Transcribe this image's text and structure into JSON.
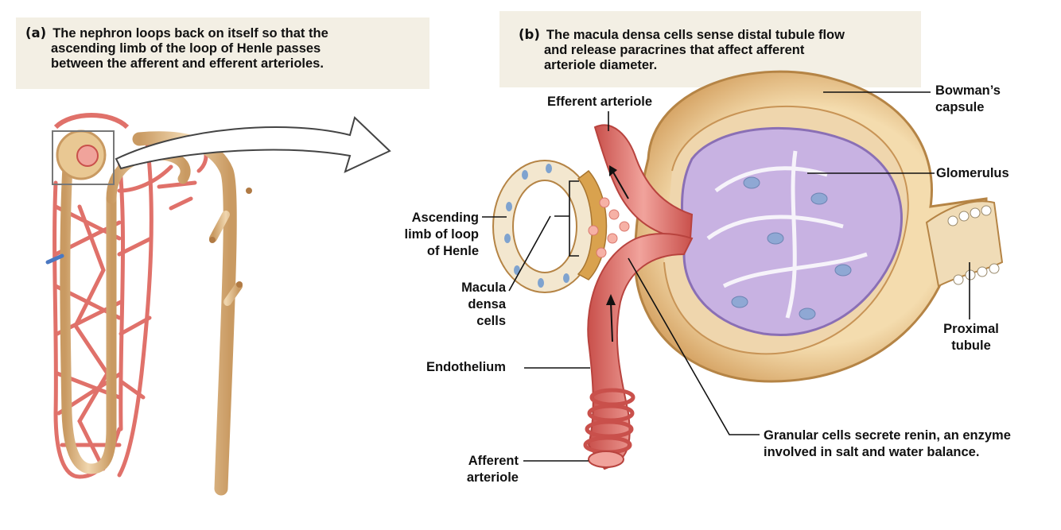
{
  "panel_a": {
    "tag": "(a)",
    "caption_lines": [
      "The nephron loops back on itself so that the",
      "ascending limb of the loop of Henle passes",
      "between the afferent and efferent arterioles."
    ]
  },
  "panel_b": {
    "tag": "(b)",
    "caption_lines": [
      "The macula densa cells sense distal tubule flow",
      "and release paracrines that affect afferent",
      "arteriole diameter."
    ]
  },
  "labels": {
    "efferent_arteriole": [
      "Efferent arteriole"
    ],
    "bowmans_capsule": [
      "Bowman’s",
      "capsule"
    ],
    "glomerulus": [
      "Glomerulus"
    ],
    "ascending_limb": [
      "Ascending",
      "limb of loop",
      "of Henle"
    ],
    "macula_densa": [
      "Macula",
      "densa",
      "cells"
    ],
    "endothelium": [
      "Endothelium"
    ],
    "afferent_arteriole": [
      "Afferent",
      "arteriole"
    ],
    "proximal_tubule": [
      "Proximal",
      "tubule"
    ],
    "granular_cells": [
      "Granular cells secrete renin, an enzyme",
      "involved in salt and water balance."
    ]
  },
  "colors": {
    "caption_bg": "#f3efe4",
    "vessel": "#e0716a",
    "tubule": "#e2c091",
    "capsule": "#e8c58a",
    "glomerulus": "#b9a2d6",
    "leader": "#111111"
  }
}
